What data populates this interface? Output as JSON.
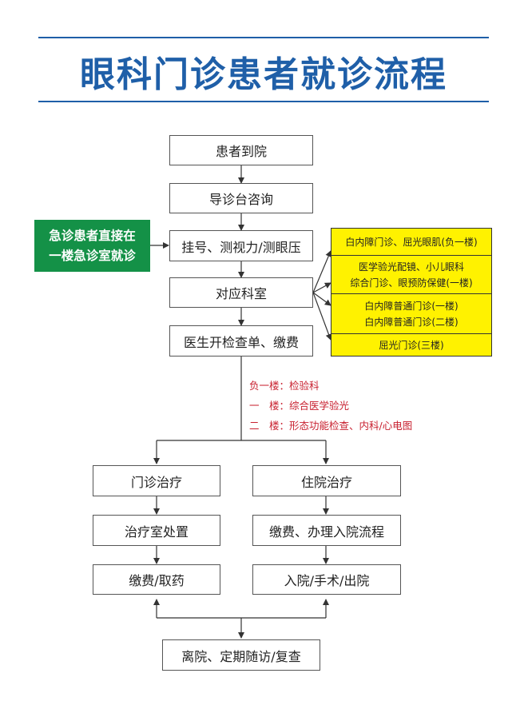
{
  "title": "眼科门诊患者就诊流程",
  "colors": {
    "title_blue": "#1f5fa8",
    "emergency_green": "#149147",
    "department_yellow": "#fff200",
    "note_red": "#c8202f"
  },
  "flow": {
    "arrival": "患者到院",
    "consultation_desk": "导诊台咨询",
    "registration": "挂号、测视力/测眼压",
    "department": "对应科室",
    "doctor_orders": "医生开检查单、缴费",
    "outpatient_treatment": "门诊治疗",
    "treatment_room": "治疗室处置",
    "pay_medicine": "缴费/取药",
    "inpatient_treatment": "住院治疗",
    "admission_process": "缴费、办理入院流程",
    "admission_surgery_discharge": "入院/手术/出院",
    "discharge_followup": "离院、定期随访/复查"
  },
  "emergency": {
    "line1": "急诊患者直接在",
    "line2": "一楼急诊室就诊"
  },
  "departments": [
    {
      "lines": [
        "白内障门诊、屈光眼肌(负一楼)"
      ]
    },
    {
      "lines": [
        "医学验光配镜、小儿眼科",
        "综合门诊、眼预防保健(一楼)"
      ]
    },
    {
      "lines": [
        "白内障普通门诊(一楼)",
        "白内障普通门诊(二楼)"
      ]
    },
    {
      "lines": [
        "屈光门诊(三楼)"
      ]
    }
  ],
  "floor_notes": [
    "负一楼：检验科",
    "一　楼：综合医学验光",
    "二　楼：形态功能检查、内科/心电图"
  ]
}
